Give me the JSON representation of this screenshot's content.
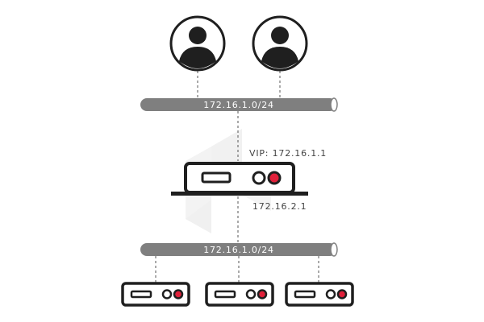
{
  "networks": {
    "top": {
      "label": "172.16.1.0/24"
    },
    "bottom": {
      "label": "172.16.1.0/24"
    }
  },
  "load_balancer": {
    "vip_label": "VIP: 172.16.1.1",
    "inner_ip_label": "172.16.2.1"
  },
  "colors": {
    "stroke": "#1f1f1f",
    "pipe": "#7f7f7f",
    "accent_red": "#e0203a",
    "watermark": "#f2f2f2",
    "text": "#444444"
  },
  "icons": [
    "user-icon",
    "user-icon",
    "load-balancer-icon",
    "server-icon",
    "server-icon",
    "server-icon"
  ]
}
